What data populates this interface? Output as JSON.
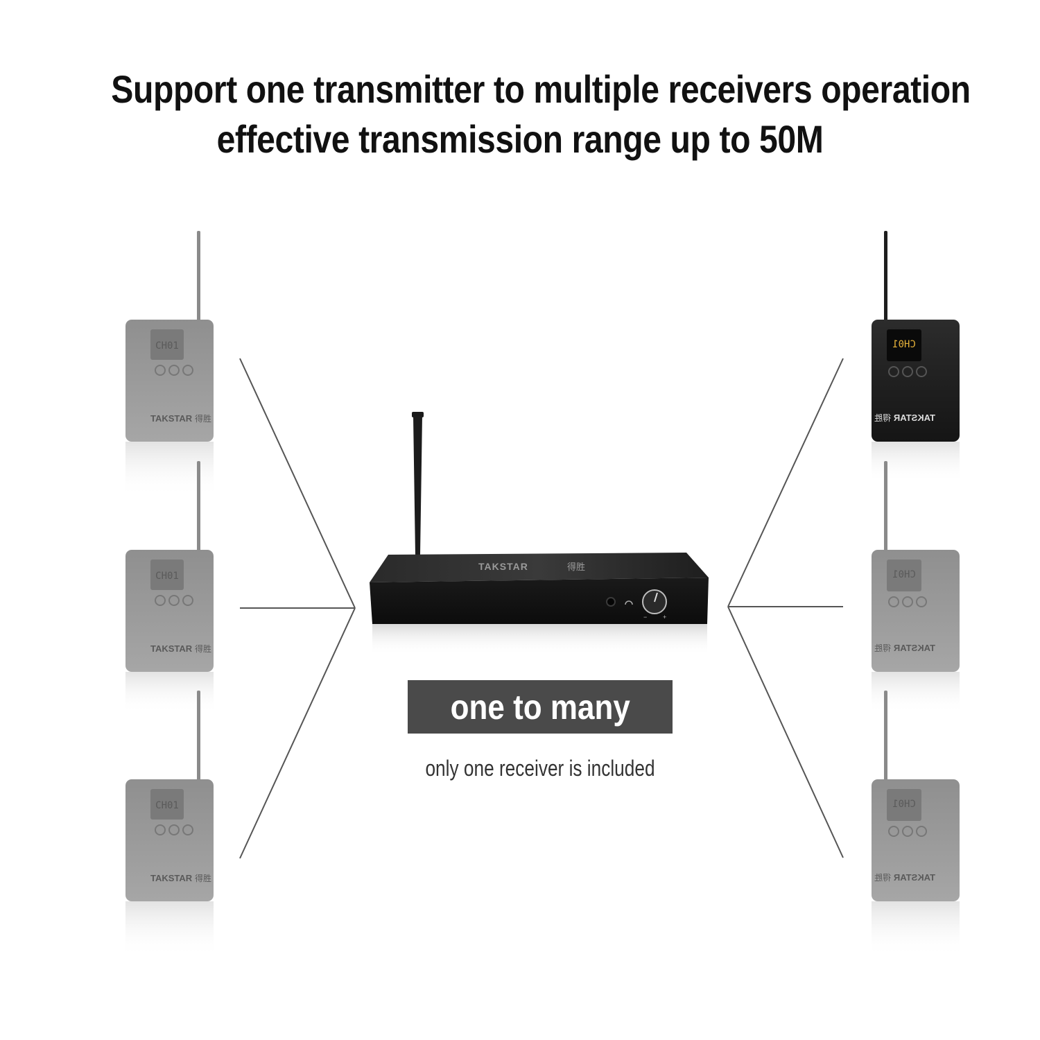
{
  "headline": {
    "line1": "Support one transmitter to multiple receivers operation",
    "line2": "effective transmission range up to 50M"
  },
  "badge": {
    "label": "one to many"
  },
  "note": {
    "text": "only one receiver is included"
  },
  "transmitter": {
    "brand": "TAKSTAR",
    "brand_cn": "得胜"
  },
  "receivers": [
    {
      "brand": "TAKSTAR",
      "brand_cn": "得胜",
      "display": "CH01",
      "style": "gray"
    },
    {
      "brand": "TAKSTAR",
      "brand_cn": "得胜",
      "display": "CH01",
      "style": "gray"
    },
    {
      "brand": "TAKSTAR",
      "brand_cn": "得胜",
      "display": "CH01",
      "style": "gray"
    },
    {
      "brand": "TAKSTAR",
      "brand_cn": "得胜",
      "display": "CH01",
      "style": "dark-mirrored"
    },
    {
      "brand": "TAKSTAR",
      "brand_cn": "得胜",
      "display": "CH01",
      "style": "gray-mirrored"
    },
    {
      "brand": "TAKSTAR",
      "brand_cn": "得胜",
      "display": "CH01",
      "style": "gray-mirrored"
    }
  ],
  "colors": {
    "badge_bg": "#4a4a4a",
    "headline": "#111111",
    "lcd": "#e8b33a"
  }
}
